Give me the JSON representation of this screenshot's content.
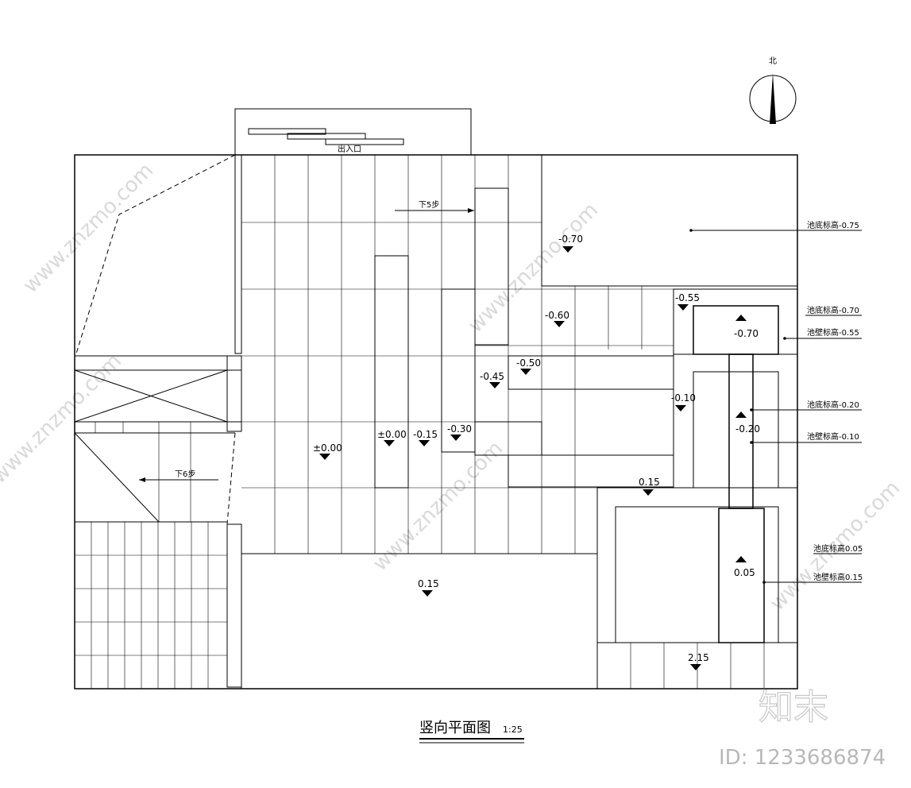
{
  "title": "竖向平面图",
  "scale": "1:25",
  "north": "北",
  "entrance": "出入口",
  "steps": [
    "下5步",
    "下6步"
  ],
  "elevations": [
    "±0.00",
    "±0.00",
    "-0.15",
    "-0.30",
    "-0.45",
    "-0.50",
    "-0.60",
    "-0.70",
    "-0.55",
    "-0.70",
    "-0.10",
    "-0.20",
    "0.15",
    "0.15",
    "0.05",
    "2.15"
  ],
  "annotations": [
    "池底标高-0.75",
    "池底标高-0.70",
    "池壁标高-0.55",
    "池底标高-0.20",
    "池壁标高-0.10",
    "池底标高0.05",
    "池壁标高0.15"
  ],
  "watermark": "www.znzmo.com",
  "brand": "知末",
  "id_label": "ID: 1233686874",
  "colors": {
    "line": "#000000",
    "watermark": "#d9d9d9"
  }
}
